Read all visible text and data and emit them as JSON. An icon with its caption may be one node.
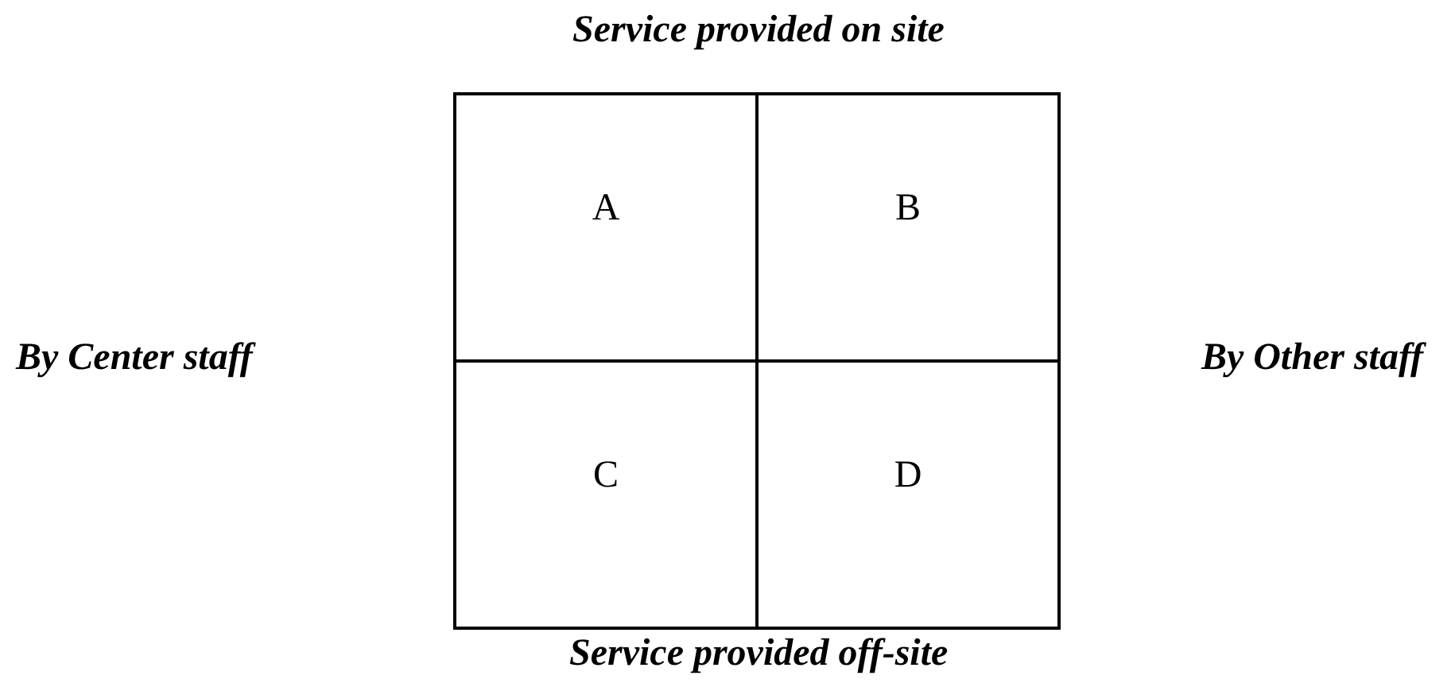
{
  "diagram": {
    "nodes": [
      {
        "text": [
          "A"
        ]
      },
      {
        "text": [
          "B"
        ]
      },
      {
        "text": [
          "C"
        ]
      },
      {
        "text": [
          "D"
        ]
      }
    ],
    "labels": [
      "Service provided on site",
      "By Center staff",
      "By Other staff",
      "Service provided off-site"
    ]
  }
}
